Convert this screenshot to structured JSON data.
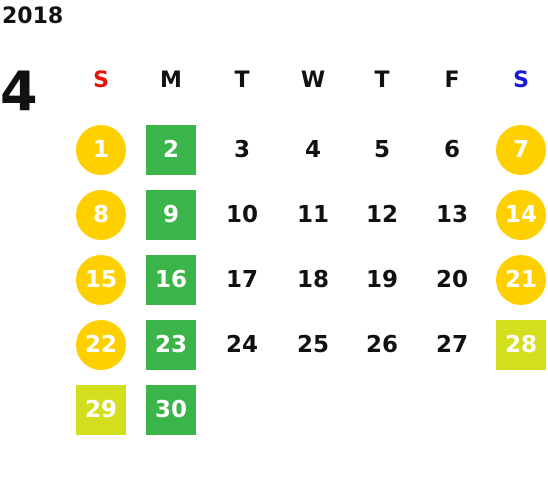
{
  "year": "2018",
  "month": "4",
  "weekdays": [
    {
      "label": "S",
      "color": "#e8140c"
    },
    {
      "label": "M",
      "color": "#111111"
    },
    {
      "label": "T",
      "color": "#111111"
    },
    {
      "label": "W",
      "color": "#111111"
    },
    {
      "label": "T",
      "color": "#111111"
    },
    {
      "label": "F",
      "color": "#111111"
    },
    {
      "label": "S",
      "color": "#1a1ad8"
    }
  ],
  "colors": {
    "weekend_circle": "#ffd000",
    "monday_square": "#3bb54a",
    "special_square": "#d3df1e",
    "plain_text": "#111111",
    "highlight_text": "#ffffff"
  },
  "days": [
    {
      "day": "1",
      "style": "circle-yellow"
    },
    {
      "day": "2",
      "style": "square-green"
    },
    {
      "day": "3",
      "style": "plain"
    },
    {
      "day": "4",
      "style": "plain"
    },
    {
      "day": "5",
      "style": "plain"
    },
    {
      "day": "6",
      "style": "plain"
    },
    {
      "day": "7",
      "style": "circle-yellow"
    },
    {
      "day": "8",
      "style": "circle-yellow"
    },
    {
      "day": "9",
      "style": "square-green"
    },
    {
      "day": "10",
      "style": "plain"
    },
    {
      "day": "11",
      "style": "plain"
    },
    {
      "day": "12",
      "style": "plain"
    },
    {
      "day": "13",
      "style": "plain"
    },
    {
      "day": "14",
      "style": "circle-yellow"
    },
    {
      "day": "15",
      "style": "circle-yellow"
    },
    {
      "day": "16",
      "style": "square-green"
    },
    {
      "day": "17",
      "style": "plain"
    },
    {
      "day": "18",
      "style": "plain"
    },
    {
      "day": "19",
      "style": "plain"
    },
    {
      "day": "20",
      "style": "plain"
    },
    {
      "day": "21",
      "style": "circle-yellow"
    },
    {
      "day": "22",
      "style": "circle-yellow"
    },
    {
      "day": "23",
      "style": "square-green"
    },
    {
      "day": "24",
      "style": "plain"
    },
    {
      "day": "25",
      "style": "plain"
    },
    {
      "day": "26",
      "style": "plain"
    },
    {
      "day": "27",
      "style": "plain"
    },
    {
      "day": "28",
      "style": "square-lime"
    },
    {
      "day": "29",
      "style": "square-lime"
    },
    {
      "day": "30",
      "style": "square-green"
    }
  ]
}
